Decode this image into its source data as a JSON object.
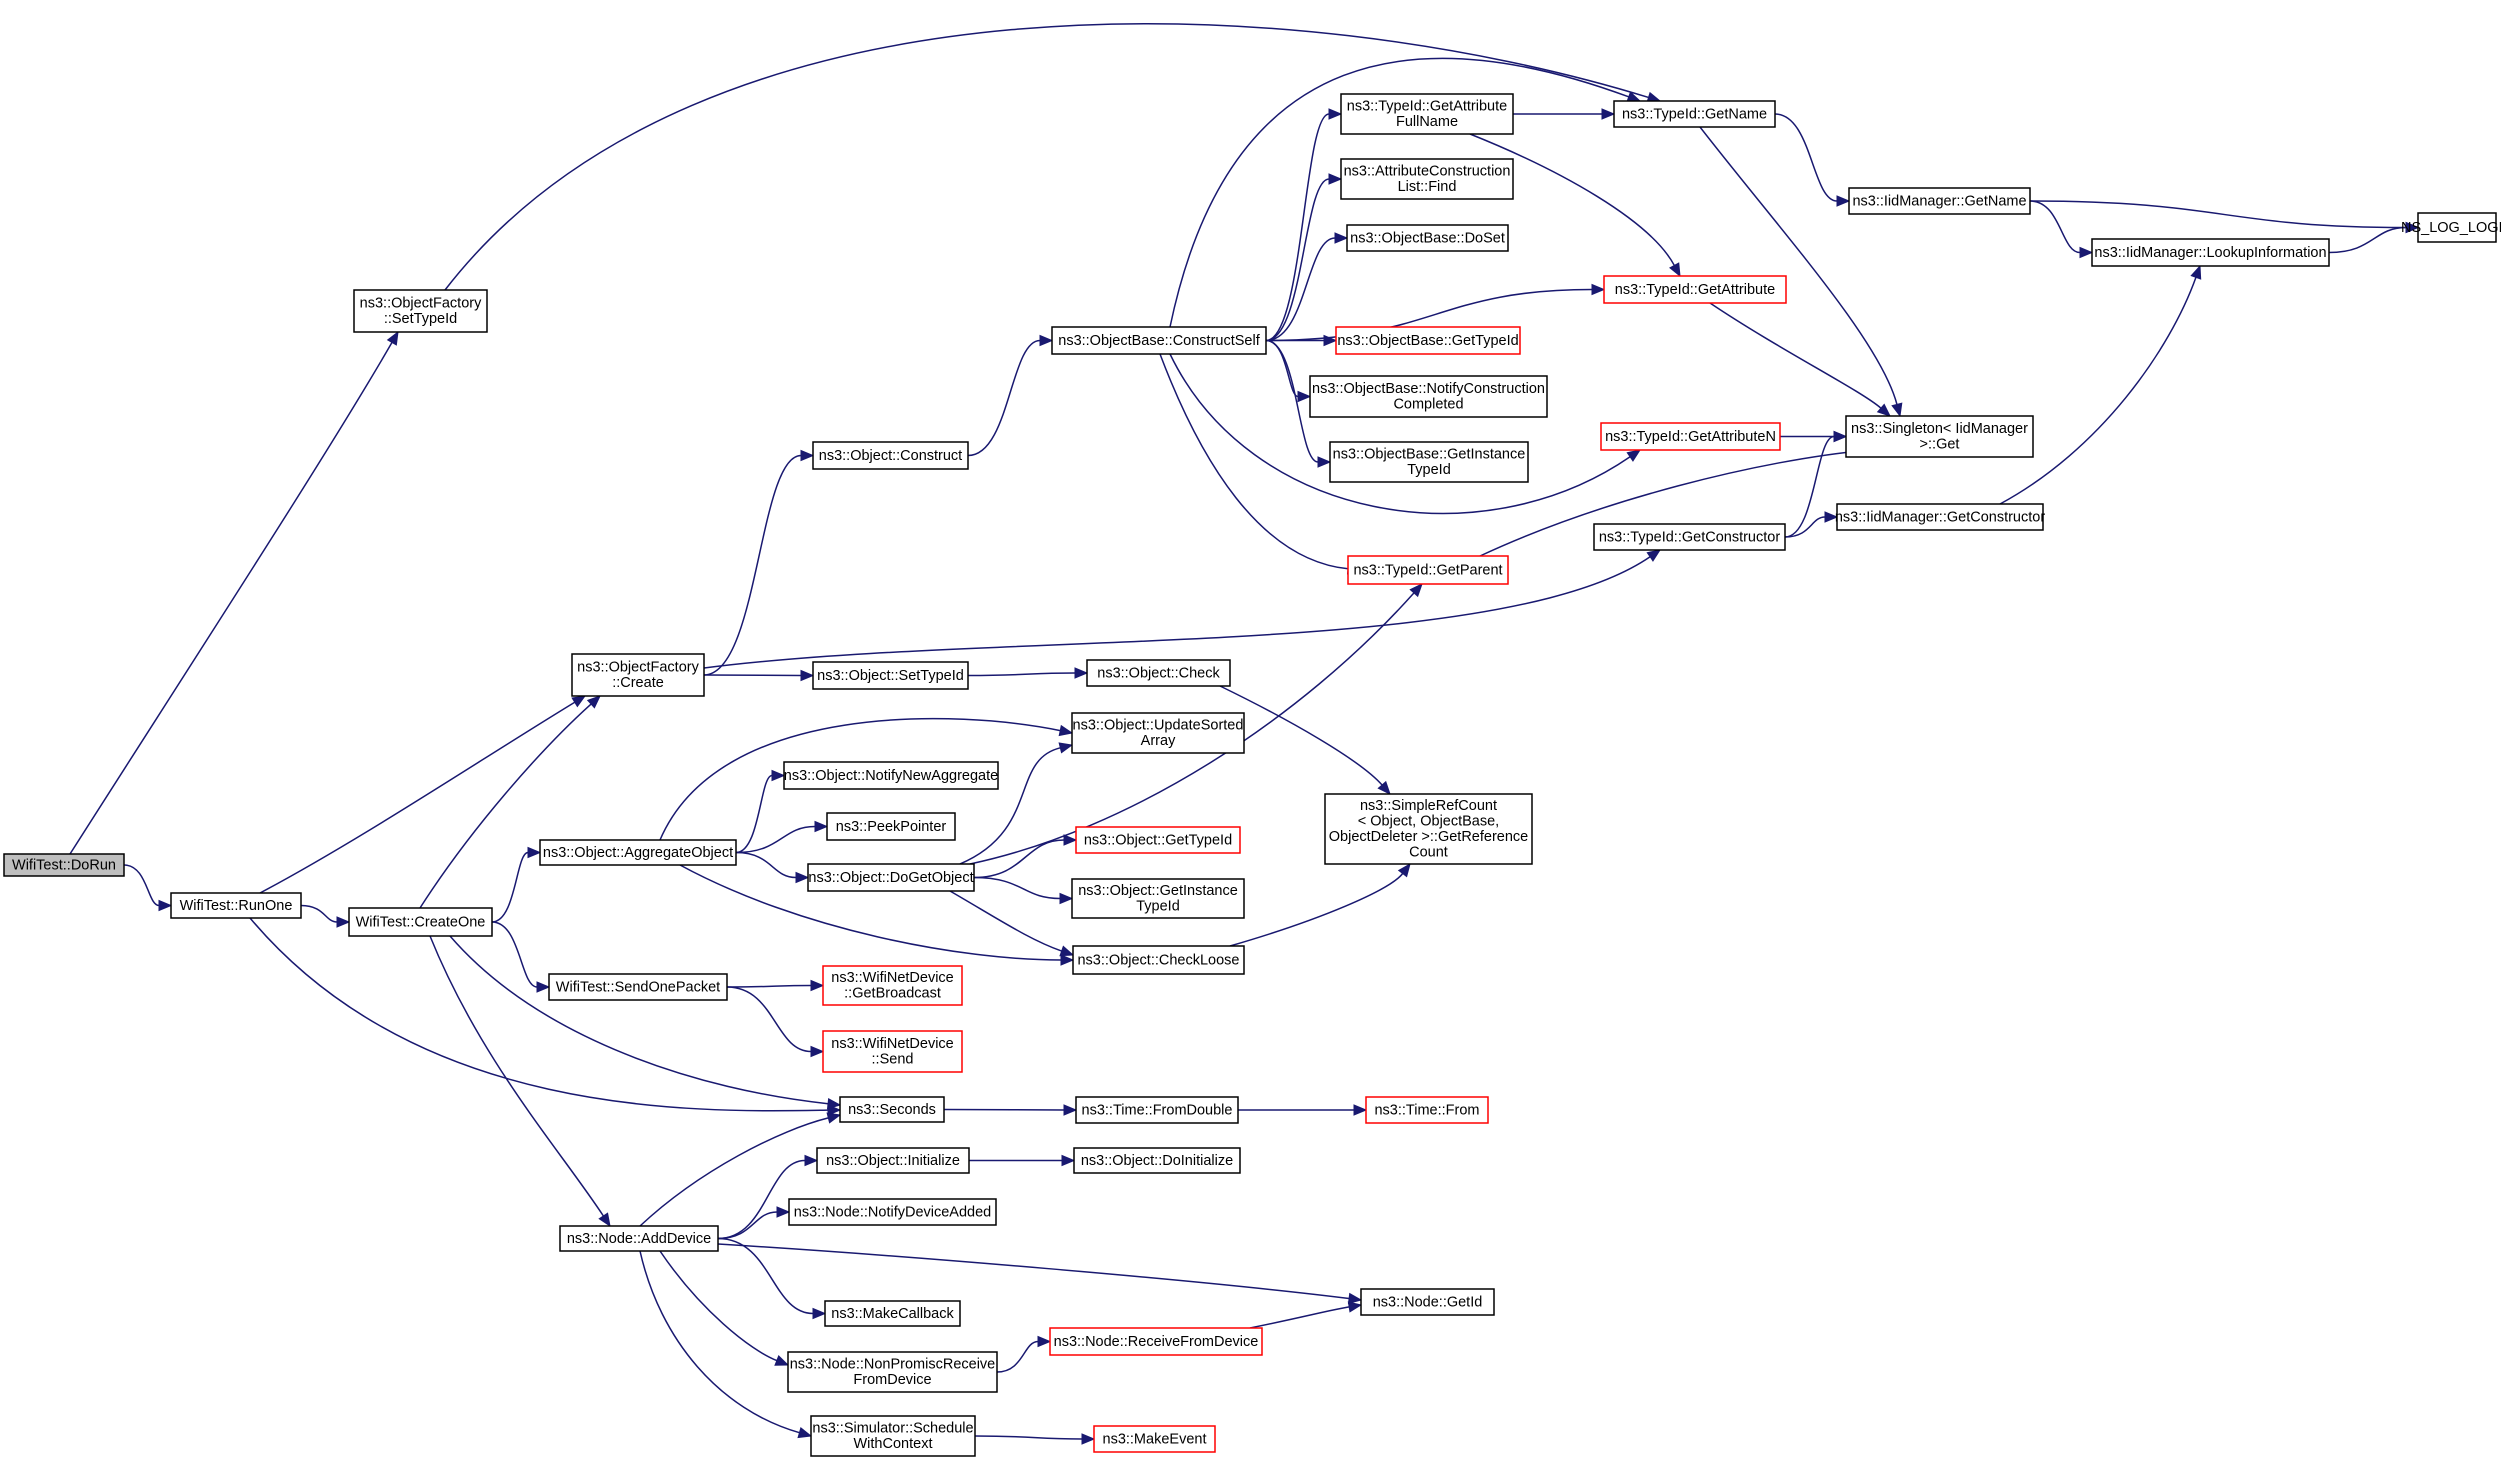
{
  "nodes": [
    {
      "id": "dorun",
      "lines": [
        "WifiTest::DoRun"
      ],
      "style": "root"
    },
    {
      "id": "runone",
      "lines": [
        "WifiTest::RunOne"
      ],
      "style": "normal"
    },
    {
      "id": "createone",
      "lines": [
        "WifiTest::CreateOne"
      ],
      "style": "normal"
    },
    {
      "id": "of_settypeid",
      "lines": [
        "ns3::ObjectFactory",
        "::SetTypeId"
      ],
      "style": "normal"
    },
    {
      "id": "of_create",
      "lines": [
        "ns3::ObjectFactory",
        "::Create"
      ],
      "style": "normal"
    },
    {
      "id": "aggregate",
      "lines": [
        "ns3::Object::AggregateObject"
      ],
      "style": "normal"
    },
    {
      "id": "sendonepacket",
      "lines": [
        "WifiTest::SendOnePacket"
      ],
      "style": "normal"
    },
    {
      "id": "adddevice",
      "lines": [
        "ns3::Node::AddDevice"
      ],
      "style": "normal"
    },
    {
      "id": "obj_construct",
      "lines": [
        "ns3::Object::Construct"
      ],
      "style": "normal"
    },
    {
      "id": "obj_settypeid",
      "lines": [
        "ns3::Object::SetTypeId"
      ],
      "style": "normal"
    },
    {
      "id": "notifynewagg",
      "lines": [
        "ns3::Object::NotifyNewAggregate"
      ],
      "style": "normal"
    },
    {
      "id": "peekpointer",
      "lines": [
        "ns3::PeekPointer"
      ],
      "style": "normal"
    },
    {
      "id": "dogetobject",
      "lines": [
        "ns3::Object::DoGetObject"
      ],
      "style": "normal"
    },
    {
      "id": "wnd_getbroadcast",
      "lines": [
        "ns3::WifiNetDevice",
        "::GetBroadcast"
      ],
      "style": "trunc"
    },
    {
      "id": "wnd_send",
      "lines": [
        "ns3::WifiNetDevice",
        "::Send"
      ],
      "style": "trunc"
    },
    {
      "id": "seconds",
      "lines": [
        "ns3::Seconds"
      ],
      "style": "normal"
    },
    {
      "id": "obj_initialize",
      "lines": [
        "ns3::Object::Initialize"
      ],
      "style": "normal"
    },
    {
      "id": "notifydeviceadded",
      "lines": [
        "ns3::Node::NotifyDeviceAdded"
      ],
      "style": "normal"
    },
    {
      "id": "makecallback",
      "lines": [
        "ns3::MakeCallback"
      ],
      "style": "normal"
    },
    {
      "id": "nonpromisc",
      "lines": [
        "ns3::Node::NonPromiscReceive",
        "FromDevice"
      ],
      "style": "normal"
    },
    {
      "id": "schedulewithcontext",
      "lines": [
        "ns3::Simulator::Schedule",
        "WithContext"
      ],
      "style": "normal"
    },
    {
      "id": "constructself",
      "lines": [
        "ns3::ObjectBase::ConstructSelf"
      ],
      "style": "normal"
    },
    {
      "id": "obj_check",
      "lines": [
        "ns3::Object::Check"
      ],
      "style": "normal"
    },
    {
      "id": "updatesorted",
      "lines": [
        "ns3::Object::UpdateSorted",
        "Array"
      ],
      "style": "normal"
    },
    {
      "id": "obj_gettypeid",
      "lines": [
        "ns3::Object::GetTypeId"
      ],
      "style": "trunc"
    },
    {
      "id": "obj_getinstancetypeid",
      "lines": [
        "ns3::Object::GetInstance",
        "TypeId"
      ],
      "style": "normal"
    },
    {
      "id": "checkloose",
      "lines": [
        "ns3::Object::CheckLoose"
      ],
      "style": "normal"
    },
    {
      "id": "time_fromdouble",
      "lines": [
        "ns3::Time::FromDouble"
      ],
      "style": "normal"
    },
    {
      "id": "doinitialize",
      "lines": [
        "ns3::Object::DoInitialize"
      ],
      "style": "normal"
    },
    {
      "id": "receivefromdevice",
      "lines": [
        "ns3::Node::ReceiveFromDevice"
      ],
      "style": "trunc"
    },
    {
      "id": "makeevent",
      "lines": [
        "ns3::MakeEvent"
      ],
      "style": "trunc"
    },
    {
      "id": "tid_getattrfullname",
      "lines": [
        "ns3::TypeId::GetAttribute",
        "FullName"
      ],
      "style": "normal"
    },
    {
      "id": "acl_find",
      "lines": [
        "ns3::AttributeConstruction",
        "List::Find"
      ],
      "style": "normal"
    },
    {
      "id": "ob_doset",
      "lines": [
        "ns3::ObjectBase::DoSet"
      ],
      "style": "normal"
    },
    {
      "id": "ob_gettypeid",
      "lines": [
        "ns3::ObjectBase::GetTypeId"
      ],
      "style": "trunc"
    },
    {
      "id": "ob_notifyconstruction",
      "lines": [
        "ns3::ObjectBase::NotifyConstruction",
        "Completed"
      ],
      "style": "normal"
    },
    {
      "id": "ob_getinstancetypeid",
      "lines": [
        "ns3::ObjectBase::GetInstance",
        "TypeId"
      ],
      "style": "normal"
    },
    {
      "id": "tid_getparent",
      "lines": [
        "ns3::TypeId::GetParent"
      ],
      "style": "trunc"
    },
    {
      "id": "simplerefcount",
      "lines": [
        "ns3::SimpleRefCount",
        "< Object, ObjectBase,",
        " ObjectDeleter >::GetReference",
        "Count"
      ],
      "style": "normal"
    },
    {
      "id": "node_getid",
      "lines": [
        "ns3::Node::GetId"
      ],
      "style": "normal"
    },
    {
      "id": "time_from",
      "lines": [
        "ns3::Time::From"
      ],
      "style": "trunc"
    },
    {
      "id": "tid_getname",
      "lines": [
        "ns3::TypeId::GetName"
      ],
      "style": "normal"
    },
    {
      "id": "tid_getattribute",
      "lines": [
        "ns3::TypeId::GetAttribute"
      ],
      "style": "trunc"
    },
    {
      "id": "tid_getattributen",
      "lines": [
        "ns3::TypeId::GetAttributeN"
      ],
      "style": "trunc"
    },
    {
      "id": "tid_getconstructor",
      "lines": [
        "ns3::TypeId::GetConstructor"
      ],
      "style": "normal"
    },
    {
      "id": "iid_getname",
      "lines": [
        "ns3::IidManager::GetName"
      ],
      "style": "normal"
    },
    {
      "id": "singleton_get",
      "lines": [
        "ns3::Singleton< IidManager",
        " >::Get"
      ],
      "style": "normal"
    },
    {
      "id": "iid_getconstructor",
      "lines": [
        "ns3::IidManager::GetConstructor"
      ],
      "style": "normal"
    },
    {
      "id": "iid_lookup",
      "lines": [
        "ns3::IidManager::LookupInformation"
      ],
      "style": "normal"
    },
    {
      "id": "ns_log_logic",
      "lines": [
        "NS_LOG_LOGIC"
      ],
      "style": "normal"
    }
  ],
  "edges": [
    [
      "dorun",
      "of_settypeid"
    ],
    [
      "dorun",
      "runone"
    ],
    [
      "runone",
      "of_create"
    ],
    [
      "runone",
      "createone"
    ],
    [
      "runone",
      "seconds"
    ],
    [
      "createone",
      "of_create"
    ],
    [
      "createone",
      "aggregate"
    ],
    [
      "createone",
      "sendonepacket"
    ],
    [
      "createone",
      "seconds"
    ],
    [
      "createone",
      "adddevice"
    ],
    [
      "of_settypeid",
      "tid_getname"
    ],
    [
      "of_create",
      "obj_construct"
    ],
    [
      "of_create",
      "obj_settypeid"
    ],
    [
      "of_create",
      "tid_getconstructor"
    ],
    [
      "aggregate",
      "updatesorted"
    ],
    [
      "aggregate",
      "notifynewagg"
    ],
    [
      "aggregate",
      "peekpointer"
    ],
    [
      "aggregate",
      "dogetobject"
    ],
    [
      "aggregate",
      "checkloose"
    ],
    [
      "sendonepacket",
      "wnd_getbroadcast"
    ],
    [
      "sendonepacket",
      "wnd_send"
    ],
    [
      "adddevice",
      "seconds"
    ],
    [
      "adddevice",
      "obj_initialize"
    ],
    [
      "adddevice",
      "notifydeviceadded"
    ],
    [
      "adddevice",
      "makecallback"
    ],
    [
      "adddevice",
      "nonpromisc"
    ],
    [
      "adddevice",
      "schedulewithcontext"
    ],
    [
      "adddevice",
      "node_getid"
    ],
    [
      "obj_construct",
      "constructself"
    ],
    [
      "obj_settypeid",
      "obj_check"
    ],
    [
      "dogetobject",
      "updatesorted"
    ],
    [
      "dogetobject",
      "tid_getparent"
    ],
    [
      "dogetobject",
      "obj_gettypeid"
    ],
    [
      "dogetobject",
      "obj_getinstancetypeid"
    ],
    [
      "dogetobject",
      "checkloose"
    ],
    [
      "seconds",
      "time_fromdouble"
    ],
    [
      "obj_initialize",
      "doinitialize"
    ],
    [
      "nonpromisc",
      "receivefromdevice"
    ],
    [
      "schedulewithcontext",
      "makeevent"
    ],
    [
      "constructself",
      "tid_getname"
    ],
    [
      "constructself",
      "tid_getattrfullname"
    ],
    [
      "constructself",
      "acl_find"
    ],
    [
      "constructself",
      "ob_doset"
    ],
    [
      "constructself",
      "tid_getattribute"
    ],
    [
      "constructself",
      "ob_gettypeid"
    ],
    [
      "constructself",
      "ob_notifyconstruction"
    ],
    [
      "constructself",
      "ob_getinstancetypeid"
    ],
    [
      "constructself",
      "tid_getattributen"
    ],
    [
      "constructself",
      "tid_getparent"
    ],
    [
      "obj_check",
      "simplerefcount"
    ],
    [
      "checkloose",
      "simplerefcount"
    ],
    [
      "time_fromdouble",
      "time_from"
    ],
    [
      "receivefromdevice",
      "node_getid"
    ],
    [
      "tid_getattrfullname",
      "tid_getname"
    ],
    [
      "tid_getattrfullname",
      "tid_getattribute"
    ],
    [
      "tid_getparent",
      "singleton_get"
    ],
    [
      "tid_getname",
      "iid_getname"
    ],
    [
      "tid_getname",
      "singleton_get"
    ],
    [
      "tid_getattribute",
      "singleton_get"
    ],
    [
      "tid_getattributen",
      "singleton_get"
    ],
    [
      "tid_getconstructor",
      "singleton_get"
    ],
    [
      "tid_getconstructor",
      "iid_getconstructor"
    ],
    [
      "iid_getname",
      "ns_log_logic"
    ],
    [
      "iid_getname",
      "iid_lookup"
    ],
    [
      "iid_getconstructor",
      "iid_lookup"
    ],
    [
      "iid_lookup",
      "ns_log_logic"
    ]
  ]
}
